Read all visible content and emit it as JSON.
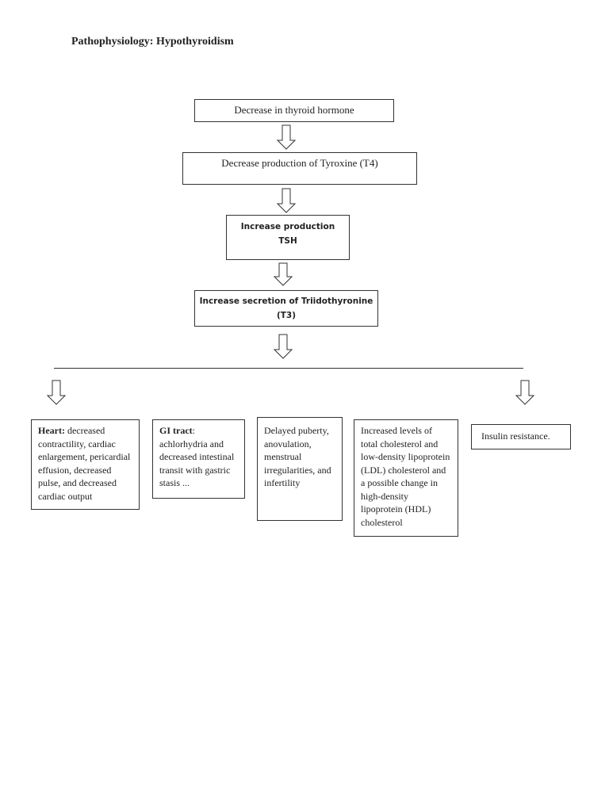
{
  "title": "Pathophysiology: Hypothyroidism",
  "flow": [
    "Decrease in thyroid hormone",
    "Decrease production of Tyroxine (T4)",
    {
      "line1": "Increase production",
      "line2": "TSH"
    },
    {
      "line1": "Increase secretion of Triidothyronine",
      "line2": "(T3)"
    }
  ],
  "effects": {
    "heart": {
      "label": "Heart:",
      "text": " decreased contractility, cardiac enlargement, pericardial effusion, decreased pulse, and decreased cardiac output"
    },
    "gi": {
      "label": "GI tract",
      "text": ": achlorhydria and decreased intestinal transit with gastric stasis ..."
    },
    "reproductive": {
      "text": " Delayed puberty, anovulation, menstrual irregularities, and infertility"
    },
    "lipids": {
      "text": "Increased levels of total cholesterol and low-density lipoprotein (LDL) cholesterol and a possible change in high-density lipoprotein (HDL) cholesterol"
    },
    "insulin": {
      "text": "Insulin resistance."
    }
  },
  "icons": {
    "arrow": "hollow-down-arrow-icon"
  }
}
